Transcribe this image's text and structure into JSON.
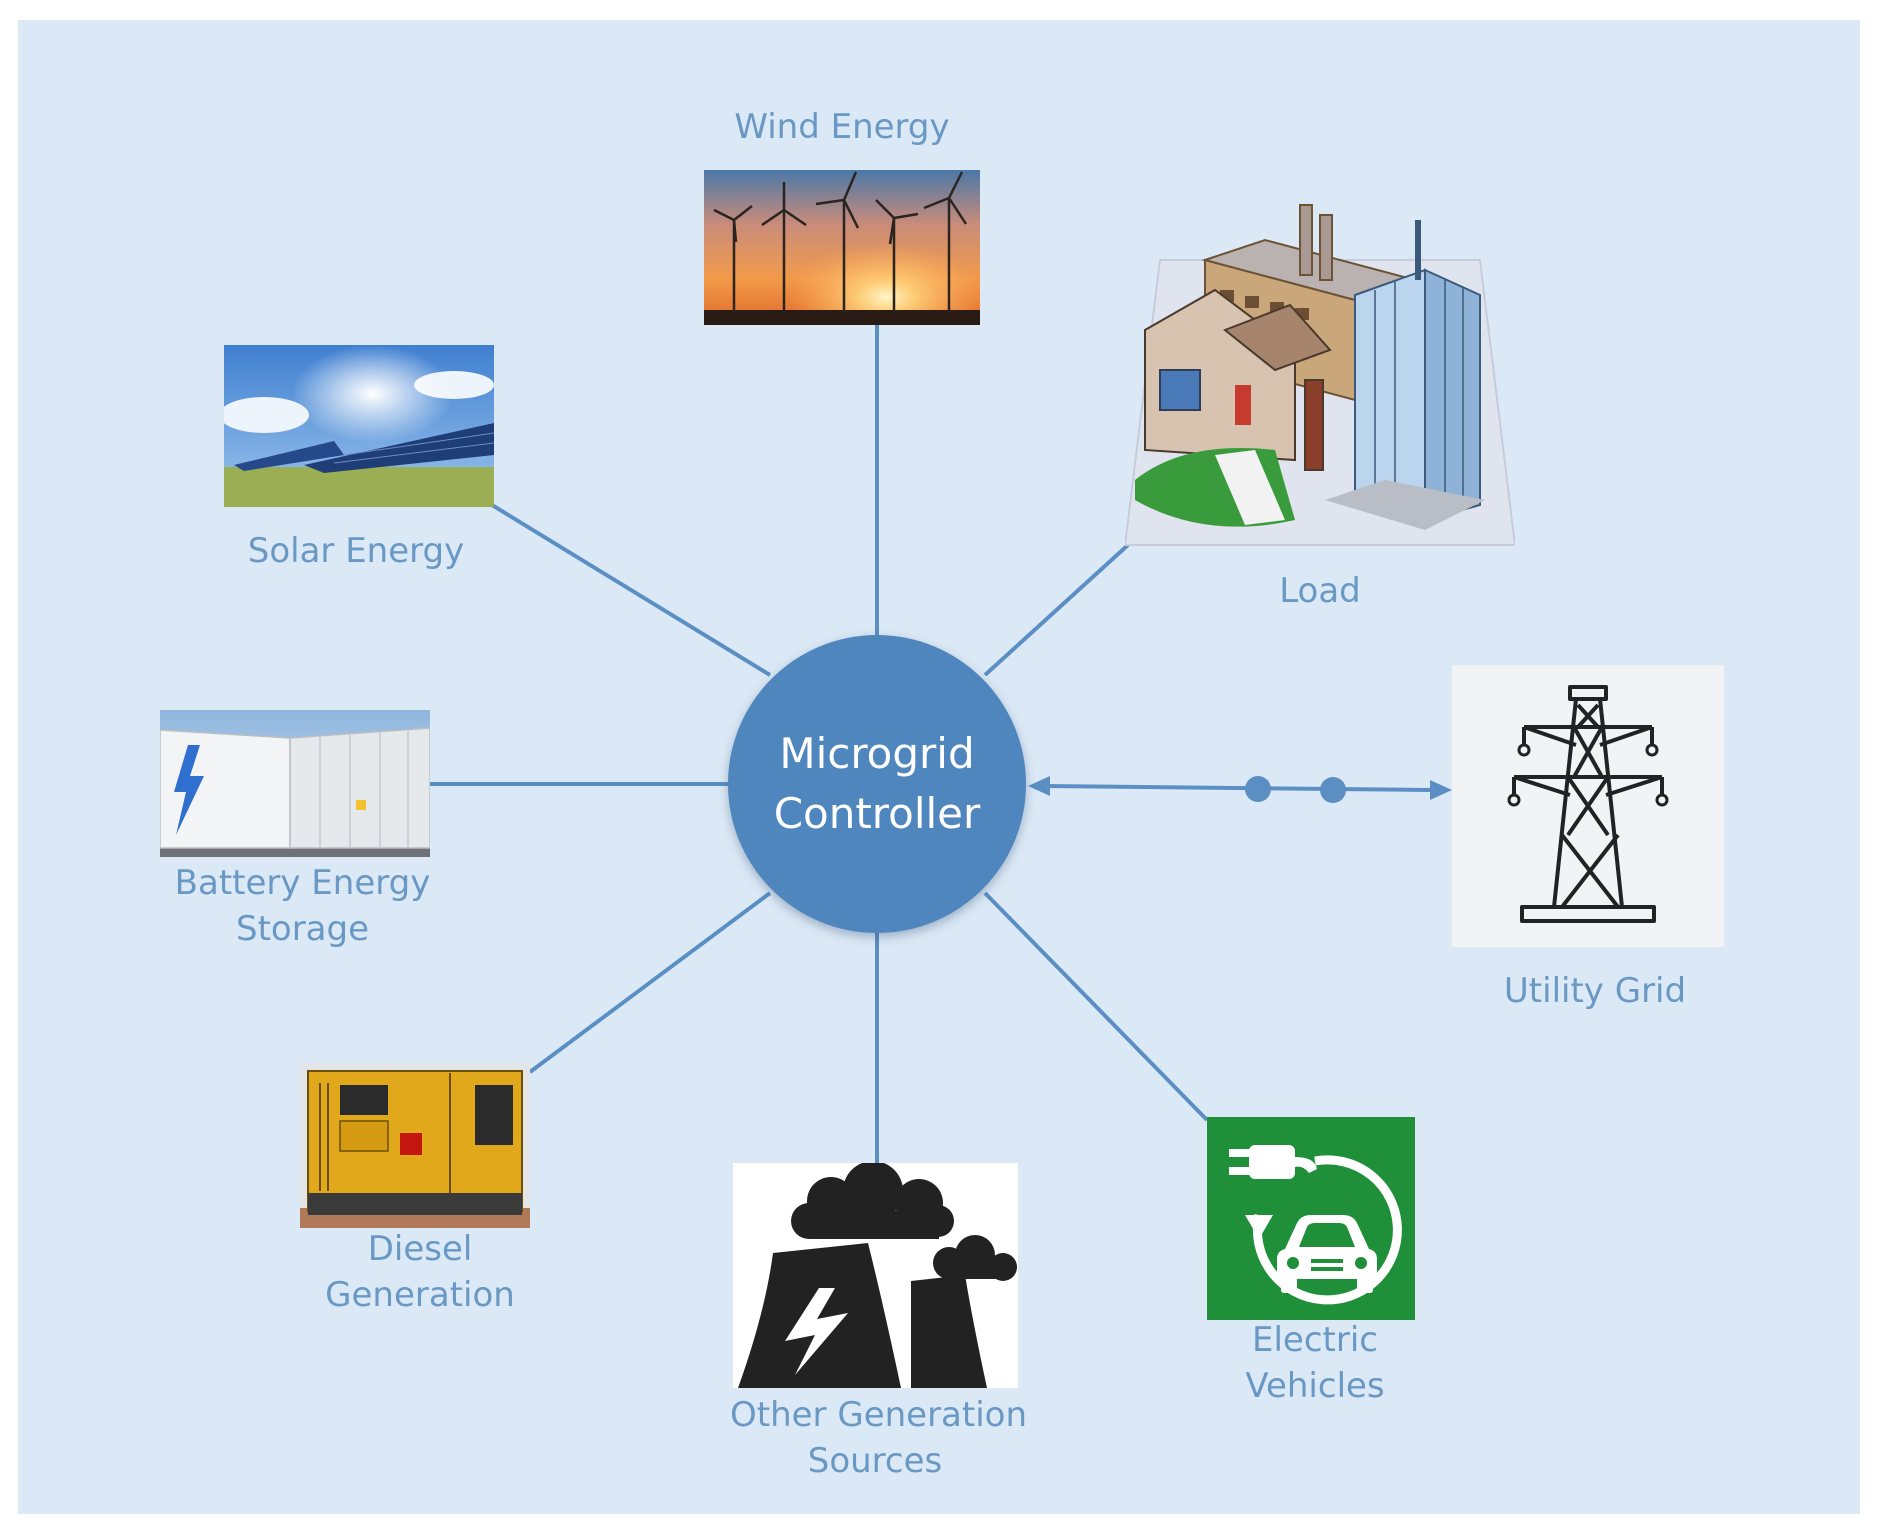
{
  "controller": {
    "line1": "Microgrid",
    "line2": "Controller"
  },
  "nodes": {
    "wind": {
      "label": "Wind Energy",
      "icon": "wind-turbines-photo"
    },
    "solar": {
      "label": "Solar Energy",
      "icon": "solar-panels-photo"
    },
    "load": {
      "label": "Load",
      "icon": "buildings-illustration"
    },
    "battery": {
      "line1": "Battery Energy",
      "line2": "Storage",
      "icon": "battery-container-photo"
    },
    "utility": {
      "label": "Utility Grid",
      "icon": "transmission-tower-icon"
    },
    "diesel": {
      "line1": "Diesel",
      "line2": "Generation",
      "icon": "diesel-generator-photo"
    },
    "other": {
      "line1": "Other Generation",
      "line2": "Sources",
      "icon": "power-plant-icon"
    },
    "ev": {
      "line1": "Electric",
      "line2": "Vehicles",
      "icon": "ev-charging-icon"
    }
  },
  "colors": {
    "background": "#dbe9f6",
    "connector": "#5b8fc4",
    "hub": "#4f86be",
    "label": "#6a98c4",
    "ev_tile": "#1f8f3a"
  }
}
